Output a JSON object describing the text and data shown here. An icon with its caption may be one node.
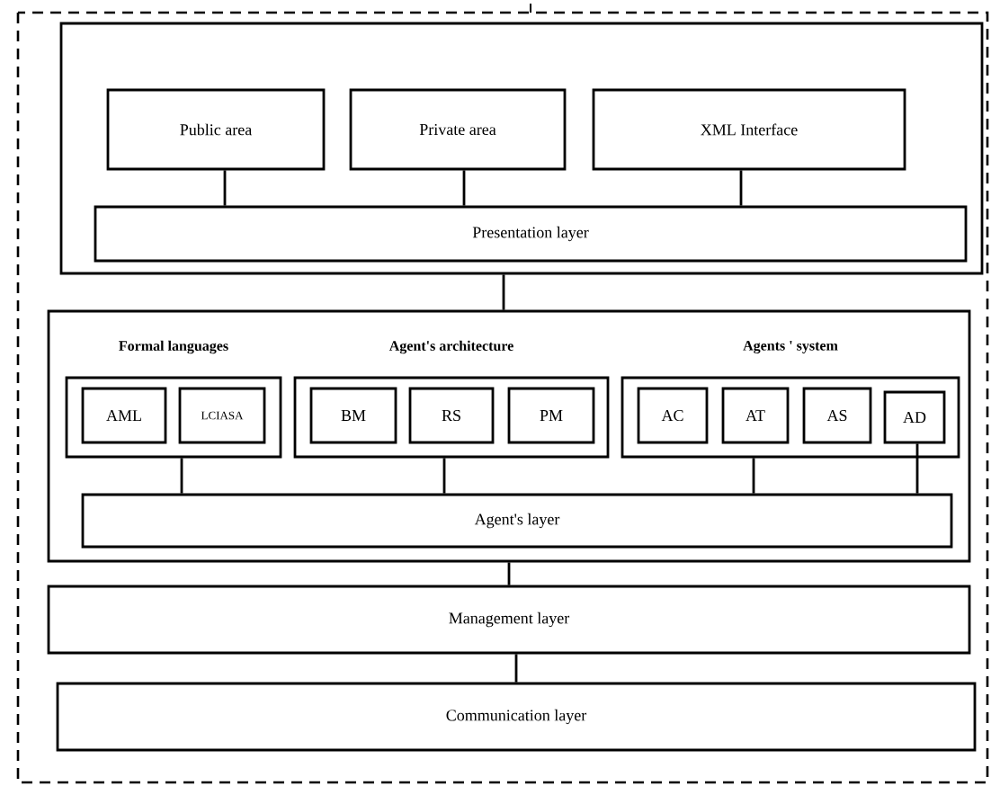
{
  "diagram": {
    "nodes": [
      {
        "text": [],
        "shape": "box"
      },
      {
        "text": [
          "Public area"
        ],
        "in": 0
      },
      {
        "text": [
          "Private area"
        ],
        "in": 0
      },
      {
        "text": [
          "XML Interface"
        ],
        "in": 0
      },
      {
        "text": [
          "Presentation layer"
        ],
        "in": 0
      },
      {
        "text": [],
        "shape": "box"
      },
      {
        "text": [
          "Formal languages"
        ],
        "in": 5
      },
      {
        "text": [
          "AML"
        ],
        "in": 6
      },
      {
        "text": [
          "LCIASA"
        ],
        "in": 6
      },
      {
        "text": [
          "Agent's architecture"
        ],
        "in": 5
      },
      {
        "text": [
          "BM"
        ],
        "in": 9
      },
      {
        "text": [
          "RS"
        ],
        "in": 9
      },
      {
        "text": [
          "PM"
        ],
        "in": 9
      },
      {
        "text": [
          "Agents ' system"
        ],
        "in": 5
      },
      {
        "text": [
          "AC"
        ],
        "in": 13
      },
      {
        "text": [
          "AT"
        ],
        "in": 13
      },
      {
        "text": [
          "AS"
        ],
        "in": 13
      },
      {
        "text": [
          "AD"
        ],
        "in": 13
      },
      {
        "text": [
          "Agent's layer"
        ],
        "in": 5
      },
      {
        "text": [
          "Management layer"
        ]
      },
      {
        "text": [
          "Communication layer"
        ]
      }
    ],
    "edges": [
      {
        "from": 1,
        "to": 4,
        "arrow": "none"
      },
      {
        "from": 2,
        "to": 4,
        "arrow": "none"
      },
      {
        "from": 3,
        "to": 4,
        "arrow": "none"
      },
      {
        "from": 0,
        "to": 5,
        "arrow": "none"
      },
      {
        "from": 6,
        "to": 18,
        "arrow": "none"
      },
      {
        "from": 9,
        "to": 18,
        "arrow": "none"
      },
      {
        "from": 13,
        "to": 18,
        "arrow": "none"
      },
      {
        "from": 17,
        "to": 18,
        "arrow": "none"
      },
      {
        "from": 5,
        "to": 19,
        "arrow": "none"
      },
      {
        "from": 19,
        "to": 20,
        "arrow": "none"
      }
    ]
  }
}
